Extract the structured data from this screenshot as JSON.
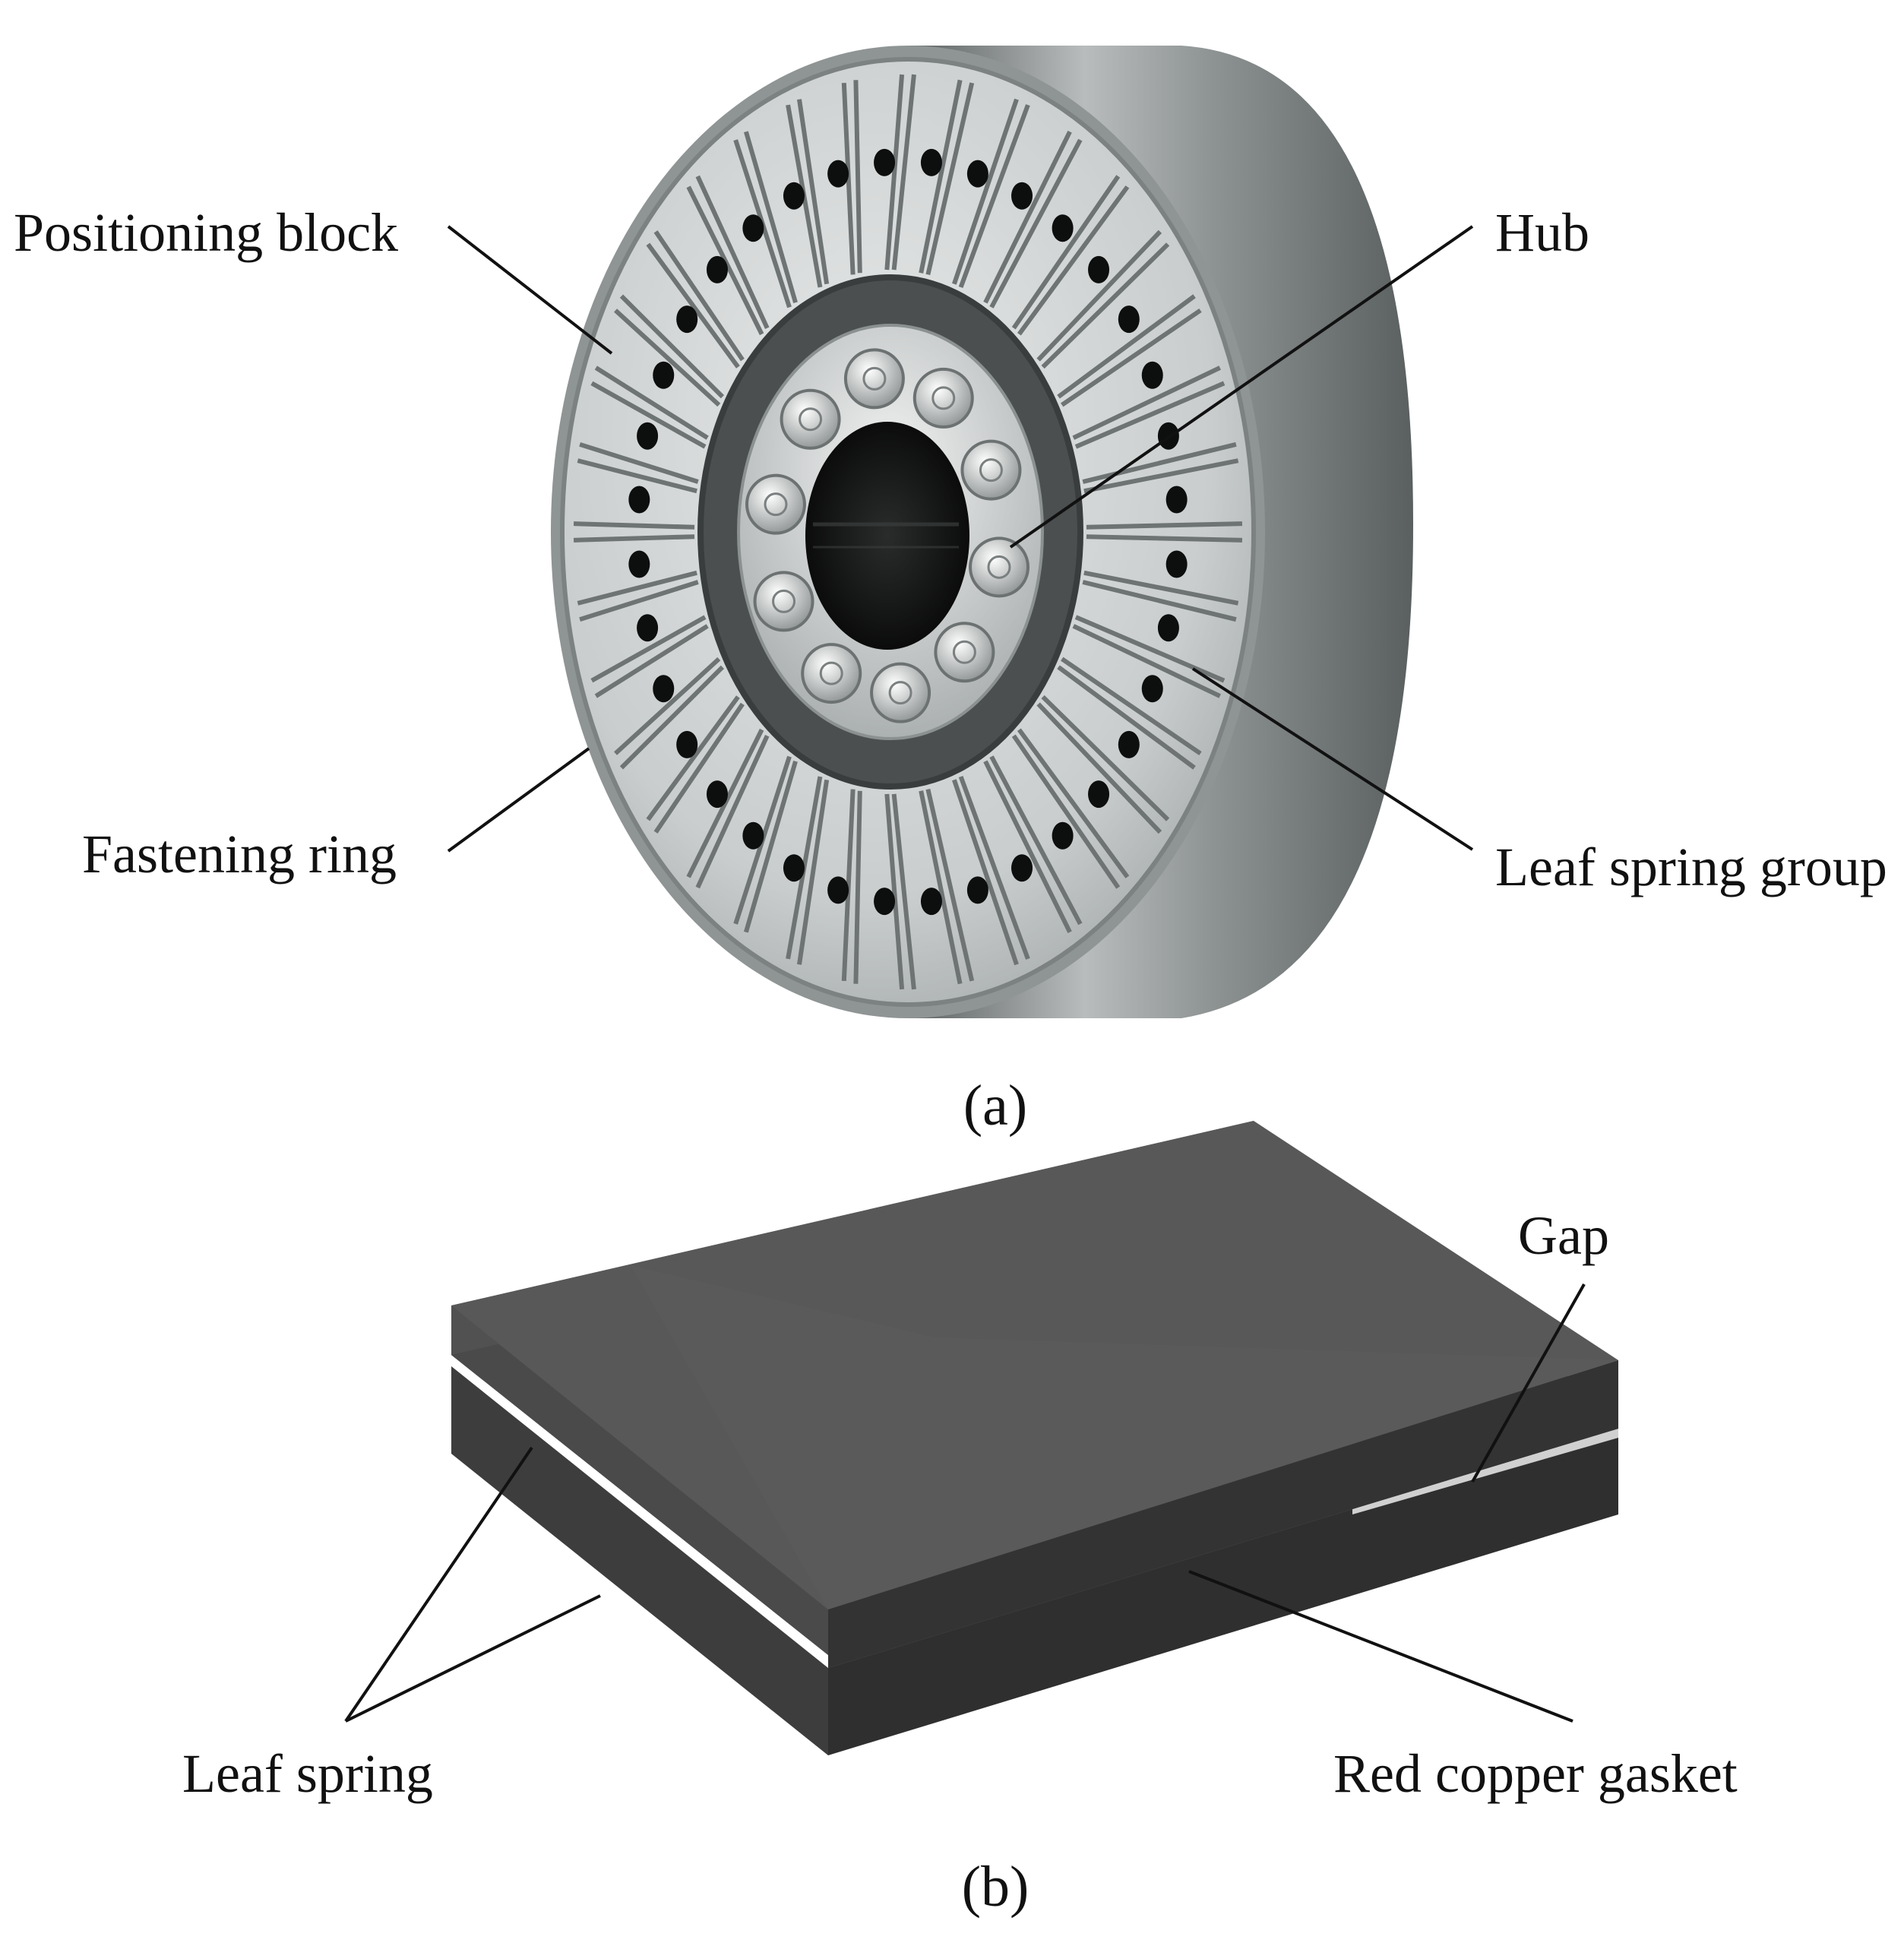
{
  "panel_a": {
    "labels": {
      "positioning_block": "Positioning block",
      "hub": "Hub",
      "fastening_ring": "Fastening ring",
      "leaf_spring_group": "Leaf spring group"
    },
    "caption": "(a)",
    "spoke_count": 36,
    "bolt_count": 10
  },
  "panel_b": {
    "labels": {
      "gap": "Gap",
      "leaf_spring": "Leaf spring",
      "red_copper_gasket": "Red copper gasket"
    },
    "caption": "(b)"
  },
  "colors": {
    "steel_light": "#d9dcdc",
    "steel_mid": "#a9aeae",
    "steel_dark": "#6e7373",
    "hub_ring": "#4b4f4f",
    "hole": "#0d0e0e",
    "spring_top": "#575757",
    "spring_side": "#3c3c3c",
    "gap_highlight": "#d0d0d0"
  }
}
